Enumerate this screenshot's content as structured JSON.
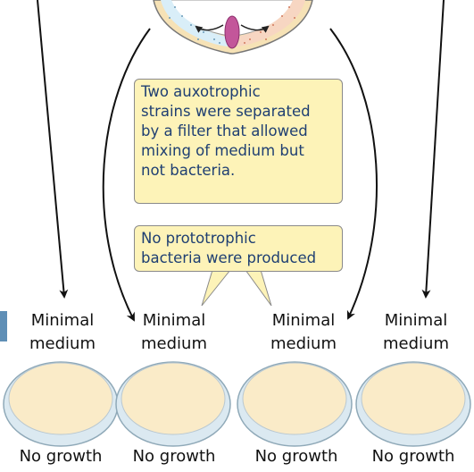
{
  "callout_filter": {
    "lines": [
      "Two auxotrophic",
      "strains were separated",
      "by a filter that allowed",
      "mixing of medium but",
      "not bacteria."
    ]
  },
  "callout_result": {
    "lines": [
      "No prototrophic",
      "bacteria were produced"
    ]
  },
  "dishes": [
    {
      "label_line1": "Minimal",
      "label_line2": "medium",
      "result": "No growth"
    },
    {
      "label_line1": "Minimal",
      "label_line2": "medium",
      "result": "No growth"
    },
    {
      "label_line1": "Minimal",
      "label_line2": "medium",
      "result": "No growth"
    },
    {
      "label_line1": "Minimal",
      "label_line2": "medium",
      "result": "No growth"
    }
  ],
  "colors": {
    "callout_fill": "#fdf3b8",
    "callout_text": "#1f3f72",
    "dish_agar": "#faebc8",
    "dish_rim": "#cfe3ef",
    "tube_wall": "#f6e2b6",
    "strain_left": "#d9eef8",
    "strain_right": "#f7d6c2",
    "filter": "#c3569a"
  }
}
